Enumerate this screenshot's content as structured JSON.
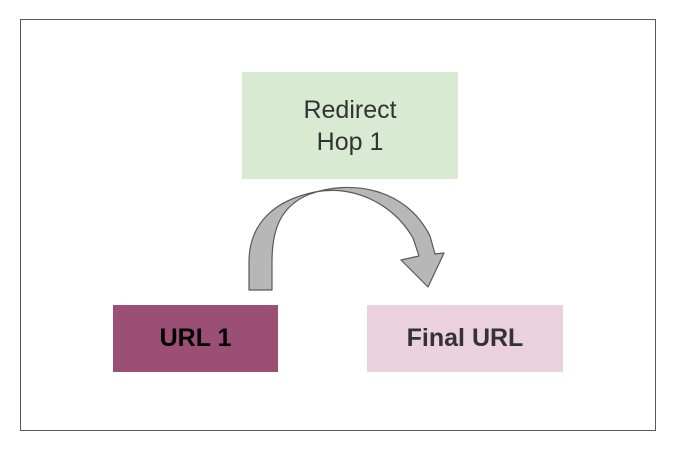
{
  "diagram": {
    "nodes": [
      {
        "id": "hop",
        "lines": [
          "Redirect",
          "Hop 1"
        ],
        "color": "#d9ead3"
      },
      {
        "id": "url1",
        "label": "URL 1",
        "color": "#9b4f74"
      },
      {
        "id": "final",
        "label": "Final URL",
        "color": "#ead1dc"
      }
    ],
    "edge": {
      "from": "URL 1",
      "to": "Final URL",
      "color": "#b7b7b7",
      "stroke": "#595959"
    },
    "frame_border": "#595959"
  }
}
